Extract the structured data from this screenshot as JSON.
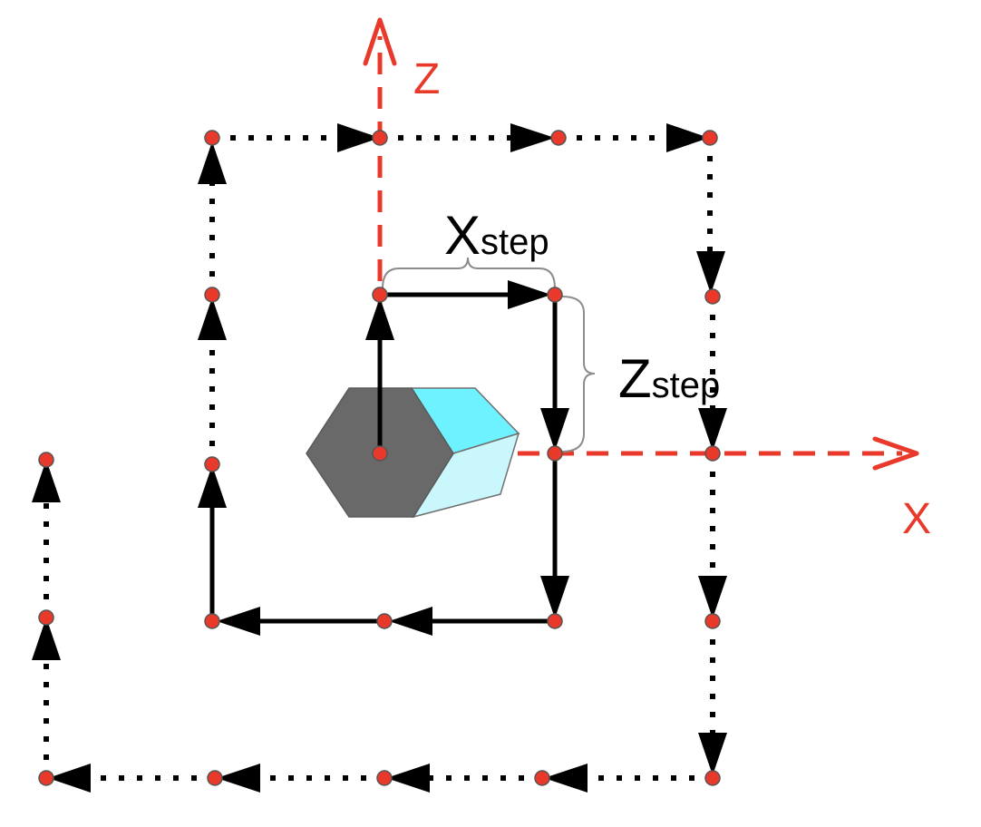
{
  "colors": {
    "axis": "#e8392b",
    "path": "#000000",
    "point_fill": "#e8392b",
    "point_stroke": "#555555",
    "brace": "#8c8c8c",
    "hex_dark": "#696969",
    "hex_light_top": "#6ef2ff",
    "hex_light_side": "#c9f7fb"
  },
  "labels": {
    "z_axis": "Z",
    "x_axis": "X",
    "x_step_main": "X",
    "x_step_sub": "step",
    "z_step_main": "Z",
    "z_step_sub": "step"
  },
  "icons": {
    "object": "hexagonal-prism-icon",
    "point": "red-dot-icon",
    "arrow": "arrowhead-icon"
  }
}
